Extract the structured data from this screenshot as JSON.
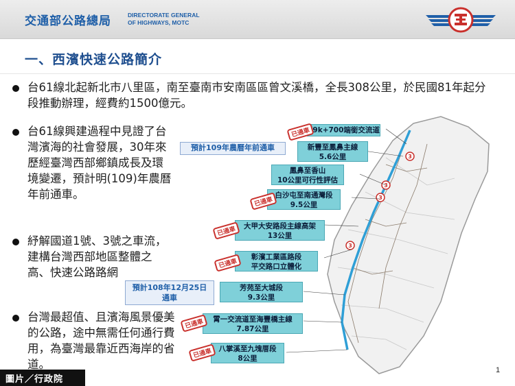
{
  "header": {
    "org_zh": "交通部公路總局",
    "org_en_line1": "DIRECTORATE GENERAL",
    "org_en_line2": "OF HIGHWAYS, MOTC"
  },
  "title": "一、西濱快速公路簡介",
  "bullets": [
    "台61線北起新北市八里區，南至臺南市安南區區曾文溪橋，全長308公里，於民國81年起分段推動辦理，經費約1500億元。",
    "台61線興建過程中見證了台灣濱海的社會發展，30年來歷經臺灣西部鄉鎮成長及環境變遷，預計明(109)年農曆年前通車。",
    "紓解國道1號、3號之車流，建構台灣西部地區整體之高、快速公路路網",
    "台灣最超值、且濱海風景優美的公路，途中無需任何通行費用，為臺灣最靠近西海岸的省道。"
  ],
  "map": {
    "notes": {
      "n109": "預計109年農曆年前通車",
      "n108_line1": "預計108年12月25日",
      "n108_line2": "通車"
    },
    "stamp_label": "已通車",
    "callouts": [
      {
        "line1": "39k+700端銜交流道",
        "line2": ""
      },
      {
        "line1": "新豐至鳳鼻主線",
        "line2": "5.6公里"
      },
      {
        "line1": "鳳鼻至香山",
        "line2": "10公里可行性評估"
      },
      {
        "line1": "白沙屯至南通灣段",
        "line2": "9.5公里"
      },
      {
        "line1": "大甲大安路段主線高架",
        "line2": "13公里"
      },
      {
        "line1": "彰濱工業區路段",
        "line2": "平交路口立體化"
      },
      {
        "line1": "芳苑至大城段",
        "line2": "9.3公里"
      },
      {
        "line1": "霄一交流道至海豐橋主線",
        "line2": "7.87公里"
      },
      {
        "line1": "八掌溪至九塊厝段",
        "line2": "8公里"
      }
    ],
    "markers": [
      "3",
      "3",
      "3",
      "3"
    ]
  },
  "page_number": "1",
  "credit": "圖片／行政院",
  "colors": {
    "brand_blue": "#1f5fa8",
    "callout_teal": "#7fd0d9",
    "stamp_red": "#c9302c"
  }
}
